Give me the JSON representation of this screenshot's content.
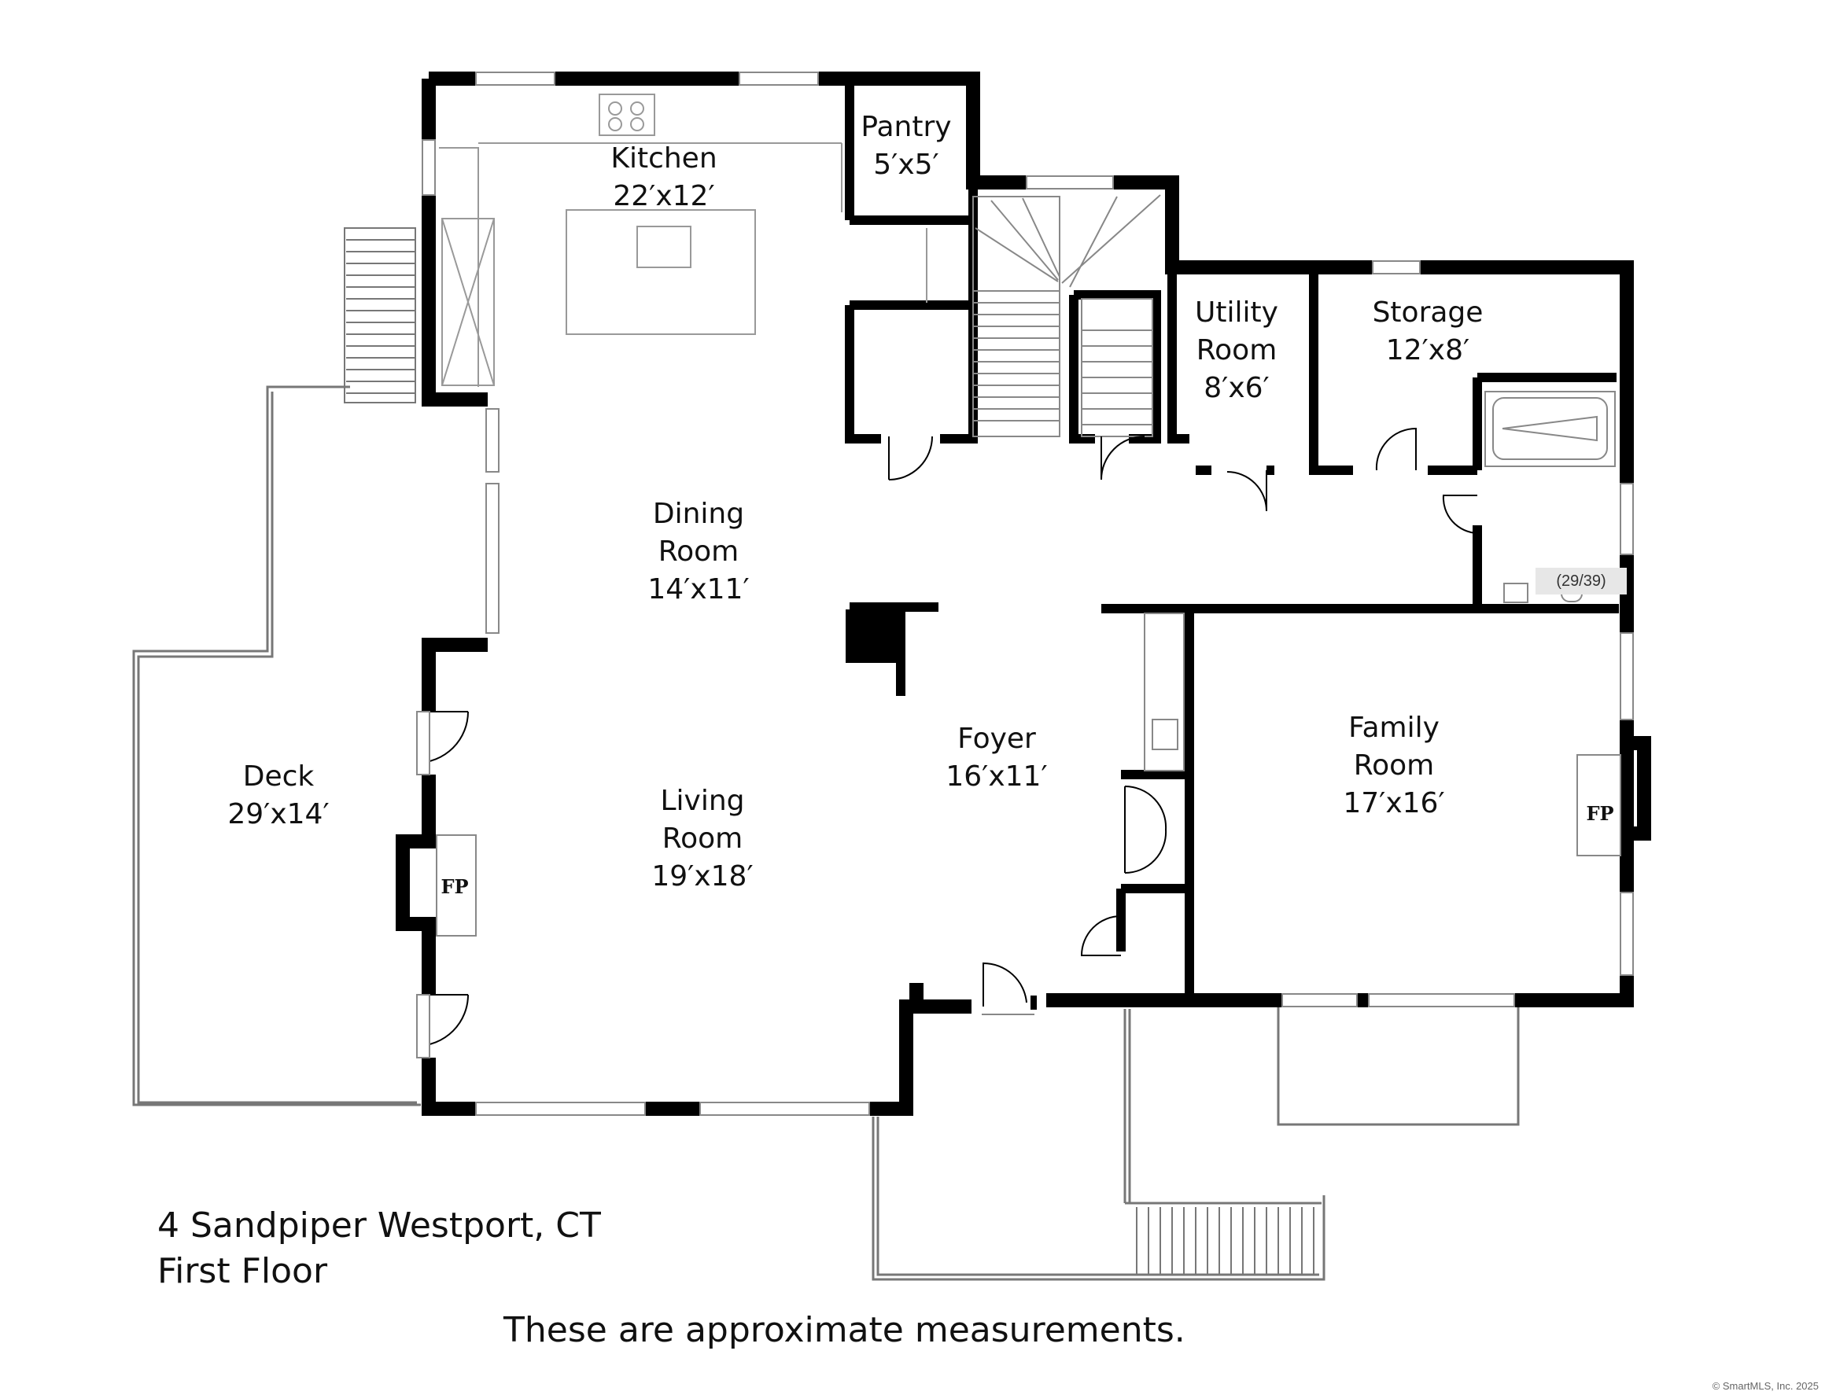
{
  "rooms": {
    "kitchen": {
      "name": "Kitchen",
      "size": "22′x12′"
    },
    "pantry": {
      "name": "Pantry",
      "size": "5′x5′"
    },
    "utility": {
      "name": "Utility",
      "name2": "Room",
      "size": "8′x6′"
    },
    "storage": {
      "name": "Storage",
      "size": "12′x8′"
    },
    "dining": {
      "name": "Dining",
      "name2": "Room",
      "size": "14′x11′"
    },
    "living": {
      "name": "Living",
      "name2": "Room",
      "size": "19′x18′"
    },
    "foyer": {
      "name": "Foyer",
      "size": "16′x11′"
    },
    "family": {
      "name": "Family",
      "name2": "Room",
      "size": "17′x16′"
    },
    "deck": {
      "name": "Deck",
      "size": "29′x14′"
    }
  },
  "fireplaces": {
    "left": "FP",
    "right": "FP"
  },
  "caption": {
    "address": "4 Sandpiper Westport, CT",
    "floor": "First Floor",
    "note": "These are approximate measurements."
  },
  "badge": "(29/39)",
  "copyright": "© SmartMLS, Inc. 2025",
  "colors": {
    "wall": "#000000",
    "fixture": "#777777",
    "background": "#ffffff"
  }
}
